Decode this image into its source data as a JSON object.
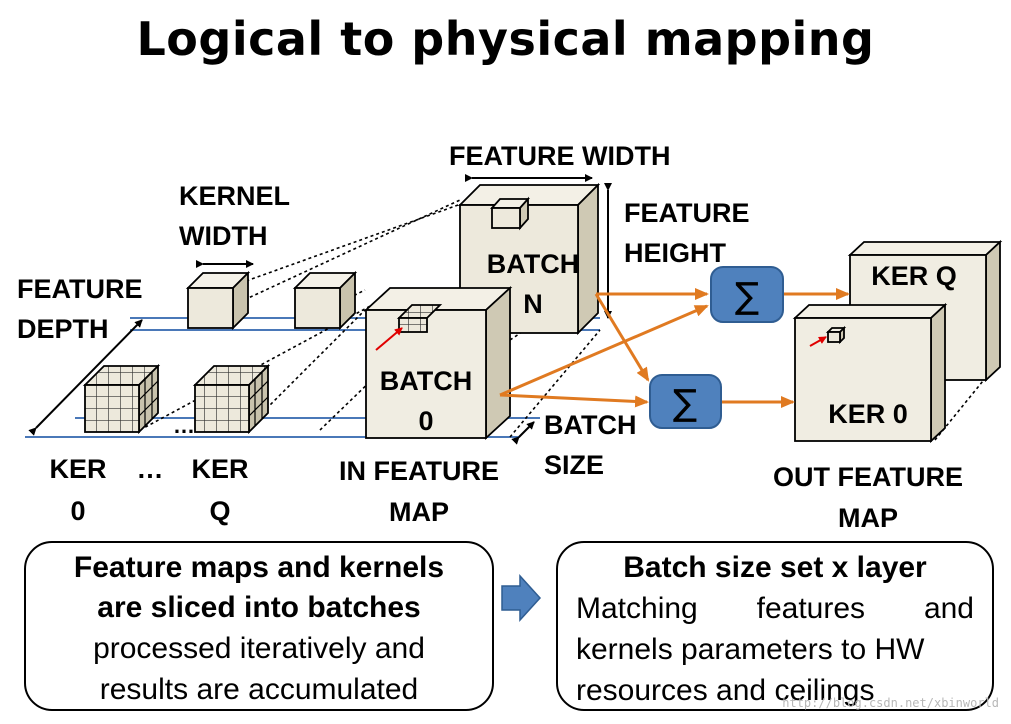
{
  "title": "Logical to physical mapping",
  "labels": {
    "feature_width": "FEATURE WIDTH",
    "feature_height_1": "FEATURE",
    "feature_height_2": "HEIGHT",
    "kernel_width_1": "KERNEL",
    "kernel_width_2": "WIDTH",
    "feature_depth_1": "FEATURE",
    "feature_depth_2": "DEPTH",
    "batch_n_1": "BATCH",
    "batch_n_2": "N",
    "batch_0_1": "BATCH",
    "batch_0_2": "0",
    "batch_size_1": "BATCH",
    "batch_size_2": "SIZE",
    "ker0_1": "KER",
    "ker0_2": "0",
    "ellipsis": "…",
    "kerq_1": "KER",
    "kerq_2": "Q",
    "in_feature_map_1": "IN FEATURE",
    "in_feature_map_2": "MAP",
    "ker_q_out": "KER Q",
    "ker_0_out": "KER 0",
    "out_feature_map_1": "OUT FEATURE",
    "out_feature_map_2": "MAP",
    "sum_symbol": "∑"
  },
  "left_box": {
    "line1": "Feature maps and kernels",
    "line2": "are sliced into batches",
    "line3": "processed iteratively and",
    "line4": "results are accumulated"
  },
  "right_box": {
    "heading": "Batch size set x layer",
    "line1": "Matching features and",
    "line2": "kernels parameters to HW",
    "line3": "resources and ceilings"
  },
  "watermark": "http://blog.csdn.net/xbinworld",
  "colors": {
    "arrow_orange": "#e07a21",
    "sum_blue": "#4f81bd",
    "line_blue": "#4a78b8",
    "cube_fill": "#ede9dc",
    "callout_arrow": "#4f81bd"
  }
}
